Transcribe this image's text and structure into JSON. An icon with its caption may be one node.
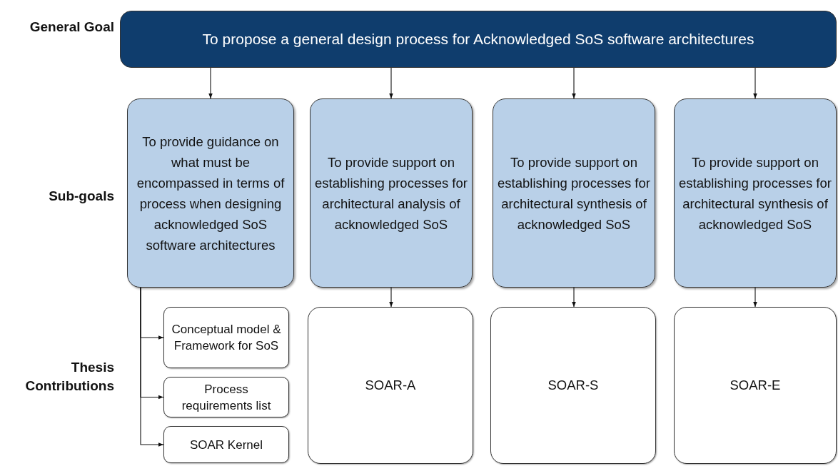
{
  "diagram": {
    "nodes": [
      {
        "text": [
          "To propose a general design process for Acknowledged SoS software architectures"
        ]
      },
      {
        "text": [
          "To provide guidance on what must be encompassed in terms of process when designing acknowledged SoS software architectures"
        ]
      },
      {
        "text": [
          "To provide support on establishing processes for architectural analysis of acknowledged SoS"
        ]
      },
      {
        "text": [
          "To provide support on establishing processes for architectural synthesis of acknowledged SoS"
        ]
      },
      {
        "text": [
          "To provide support on establishing processes for architectural synthesis of acknowledged SoS"
        ]
      },
      {
        "text": [
          "Conceptual model & Framework for SoS"
        ]
      },
      {
        "text": [
          "Process requirements list"
        ]
      },
      {
        "text": [
          "SOAR Kernel"
        ]
      },
      {
        "text": [
          "SOAR-A"
        ]
      },
      {
        "text": [
          "SOAR-S"
        ]
      },
      {
        "text": [
          "SOAR-E"
        ]
      }
    ],
    "edges": [
      {
        "from": 0,
        "to": 1,
        "arrow": "to"
      },
      {
        "from": 0,
        "to": 2,
        "arrow": "to"
      },
      {
        "from": 0,
        "to": 3,
        "arrow": "to"
      },
      {
        "from": 0,
        "to": 4,
        "arrow": "to"
      },
      {
        "from": 1,
        "to": 5,
        "arrow": "to"
      },
      {
        "from": 1,
        "to": 6,
        "arrow": "to"
      },
      {
        "from": 1,
        "to": 7,
        "arrow": "to"
      },
      {
        "from": 2,
        "to": 8,
        "arrow": "to"
      },
      {
        "from": 3,
        "to": 9,
        "arrow": "to"
      },
      {
        "from": 4,
        "to": 10,
        "arrow": "to"
      }
    ],
    "labels": [
      "General Goal",
      "Sub-goals",
      "Thesis Contributions"
    ]
  }
}
